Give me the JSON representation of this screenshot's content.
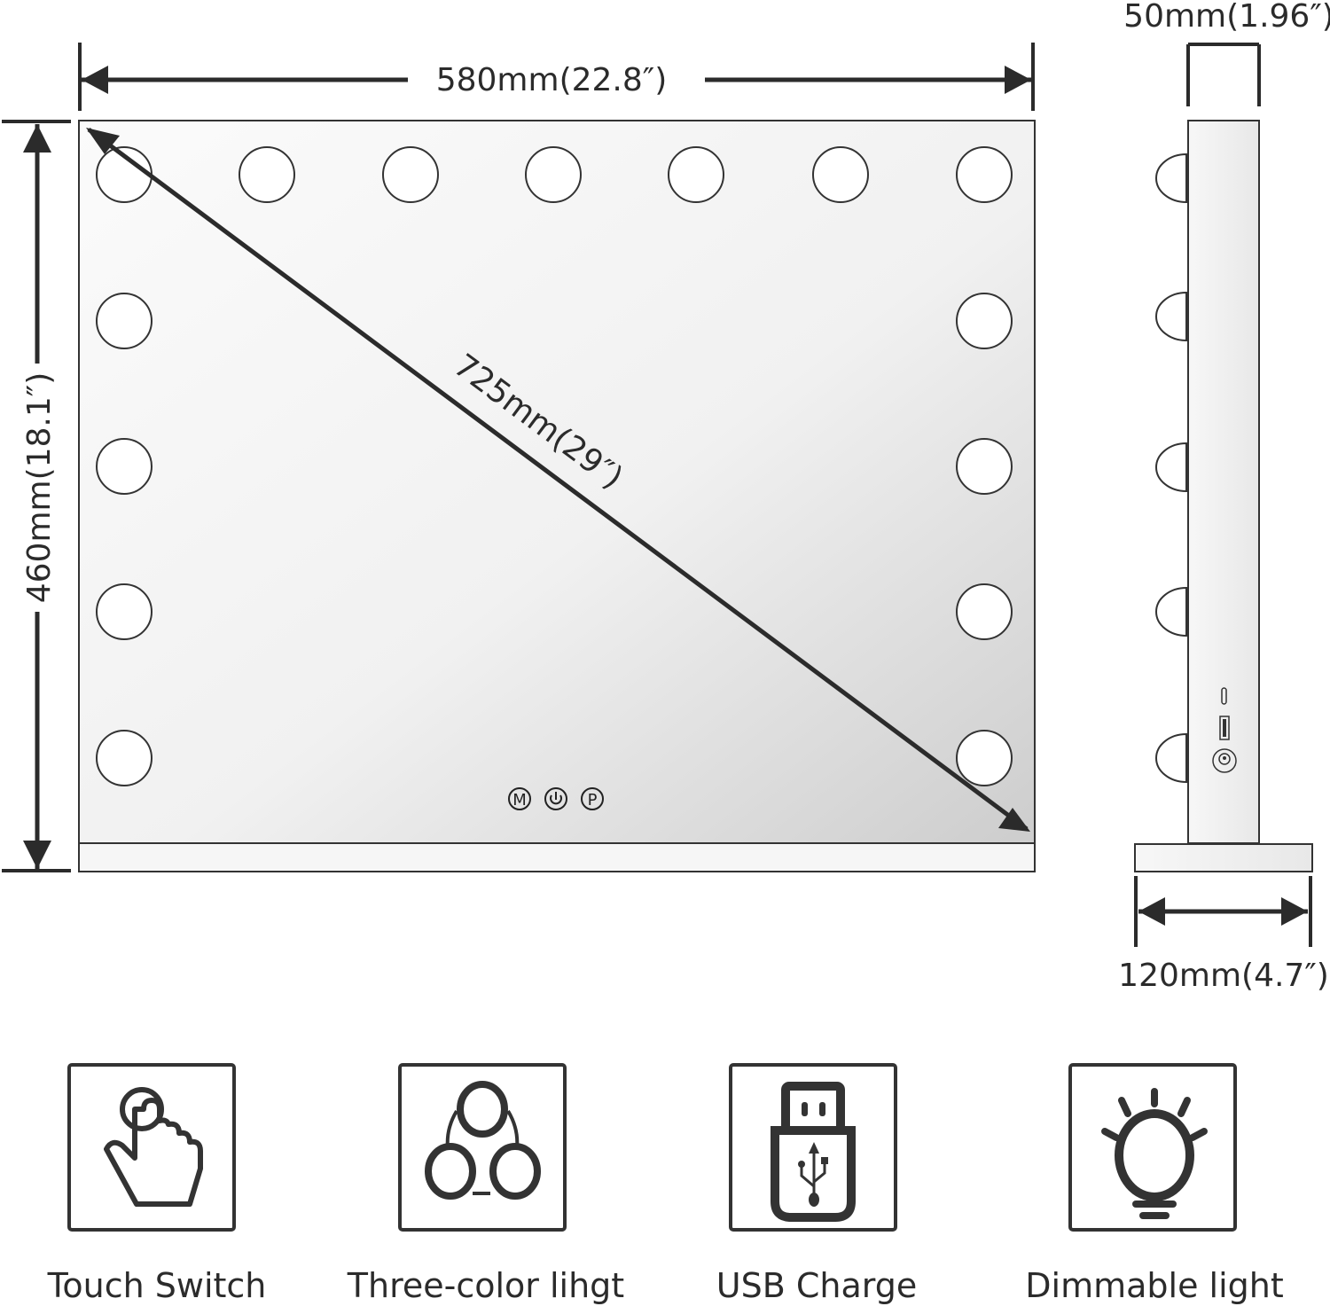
{
  "dimensions": {
    "width": "580mm(22.8″)",
    "height": "460mm(18.1″)",
    "diagonal": "725mm(29″)",
    "depth_top": "50mm(1.96″)",
    "base_depth": "120mm(4.7″)"
  },
  "controls": [
    "M",
    "P"
  ],
  "features": [
    {
      "label": "Touch Switch",
      "icon": "touch-hand-icon"
    },
    {
      "label": "Three-color lihgt",
      "icon": "three-color-circles-icon"
    },
    {
      "label": "USB Charge",
      "icon": "usb-drive-icon"
    },
    {
      "label": "Dimmable light",
      "icon": "light-bulb-icon"
    }
  ],
  "colors": {
    "line": "#2b2b2b",
    "mirror_light": "#f4f4f4",
    "mirror_dark": "#cfcfcf"
  }
}
